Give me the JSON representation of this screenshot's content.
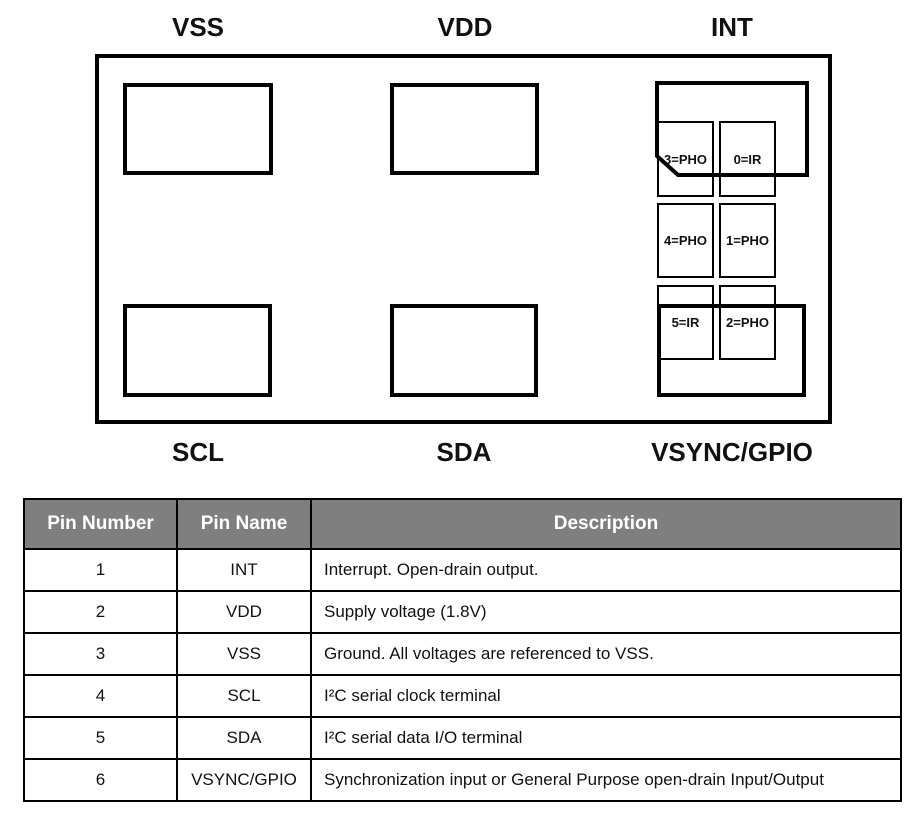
{
  "diagram": {
    "top_labels": [
      {
        "label": "VSS"
      },
      {
        "label": "VDD"
      },
      {
        "label": "INT"
      }
    ],
    "bottom_labels": [
      {
        "label": "SCL"
      },
      {
        "label": "SDA"
      },
      {
        "label": "VSYNC/GPIO"
      }
    ],
    "sensor_cells": [
      {
        "label": "3=PHO"
      },
      {
        "label": "0=IR"
      },
      {
        "label": "4=PHO"
      },
      {
        "label": "1=PHO"
      },
      {
        "label": "5=IR"
      },
      {
        "label": "2=PHO"
      }
    ]
  },
  "table": {
    "headers": [
      "Pin Number",
      "Pin Name",
      "Description"
    ],
    "rows": [
      {
        "number": "1",
        "name": "INT",
        "description": "Interrupt. Open-drain output."
      },
      {
        "number": "2",
        "name": "VDD",
        "description": "Supply voltage (1.8V)"
      },
      {
        "number": "3",
        "name": "VSS",
        "description": "Ground. All voltages are referenced to VSS."
      },
      {
        "number": "4",
        "name": "SCL",
        "description": "I²C serial clock terminal"
      },
      {
        "number": "5",
        "name": "SDA",
        "description": "I²C serial data I/O terminal"
      },
      {
        "number": "6",
        "name": "VSYNC/GPIO",
        "description": "Synchronization input or General Purpose open-drain Input/Output"
      }
    ]
  },
  "colors": {
    "header_bg": "#7f7f7f",
    "header_text": "#ffffff",
    "line": "#000000",
    "text": "#111111"
  }
}
